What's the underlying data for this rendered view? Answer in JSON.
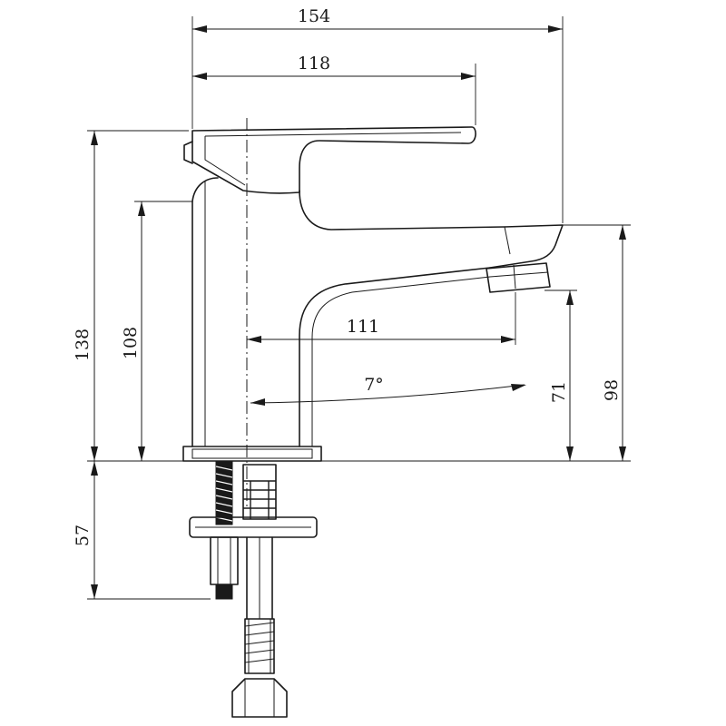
{
  "dimensions": {
    "overall_width": "154",
    "handle_length": "118",
    "total_height": "138",
    "body_height": "108",
    "install_depth": "57",
    "spout_reach": "111",
    "handle_angle": "7°",
    "spout_clearance": "71",
    "spout_height": "98"
  }
}
